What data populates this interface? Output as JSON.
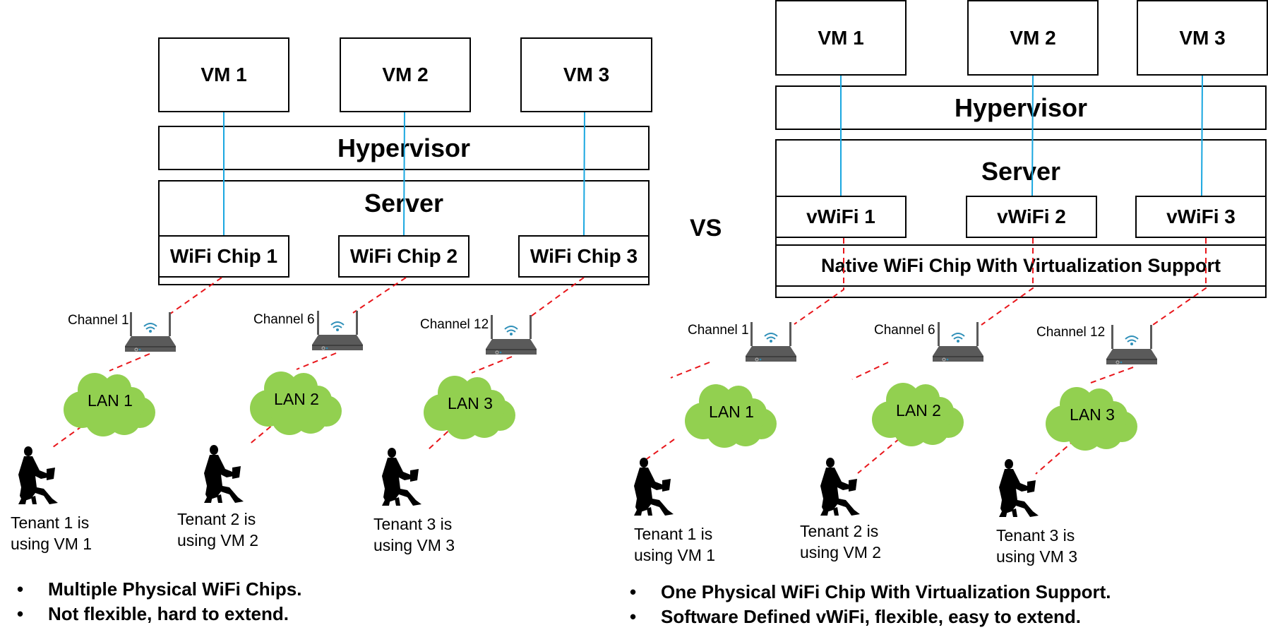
{
  "left": {
    "vms": [
      "VM 1",
      "VM 2",
      "VM 3"
    ],
    "hypervisor": "Hypervisor",
    "server": "Server",
    "chips": [
      "WiFi Chip 1",
      "WiFi Chip 2",
      "WiFi Chip 3"
    ],
    "channels": [
      "Channel 1",
      "Channel 6",
      "Channel 12"
    ],
    "lans": [
      "LAN 1",
      "LAN 2",
      "LAN 3"
    ],
    "tenants": [
      {
        "line1": "Tenant 1 is",
        "line2": "using VM 1"
      },
      {
        "line1": "Tenant 2 is",
        "line2": "using VM 2"
      },
      {
        "line1": "Tenant 3 is",
        "line2": "using VM 3"
      }
    ],
    "bullets": [
      "Multiple Physical WiFi Chips.",
      "Not flexible, hard to extend."
    ]
  },
  "vs_label": "VS",
  "right": {
    "vms": [
      "VM 1",
      "VM 2",
      "VM 3"
    ],
    "hypervisor": "Hypervisor",
    "server": "Server",
    "chips": [
      "vWiFi 1",
      "vWiFi 2",
      "vWiFi 3"
    ],
    "native_chip": "Native WiFi Chip With Virtualization Support",
    "channels": [
      "Channel 1",
      "Channel 6",
      "Channel 12"
    ],
    "lans": [
      "LAN 1",
      "LAN 2",
      "LAN 3"
    ],
    "tenants": [
      {
        "line1": "Tenant 1 is",
        "line2": "using VM 1"
      },
      {
        "line1": "Tenant 2 is",
        "line2": "using VM 2"
      },
      {
        "line1": "Tenant 3 is",
        "line2": "using VM 3"
      }
    ],
    "bullets": [
      "One Physical WiFi Chip With Virtualization Support.",
      "Software Defined vWiFi, flexible, easy to extend."
    ]
  },
  "colors": {
    "vm_link": "#1aa7e0",
    "wireless_link": "#e8161b",
    "cloud": "#92d050",
    "router": "#5a5a5a",
    "wifi_signal": "#2e8fb8"
  }
}
